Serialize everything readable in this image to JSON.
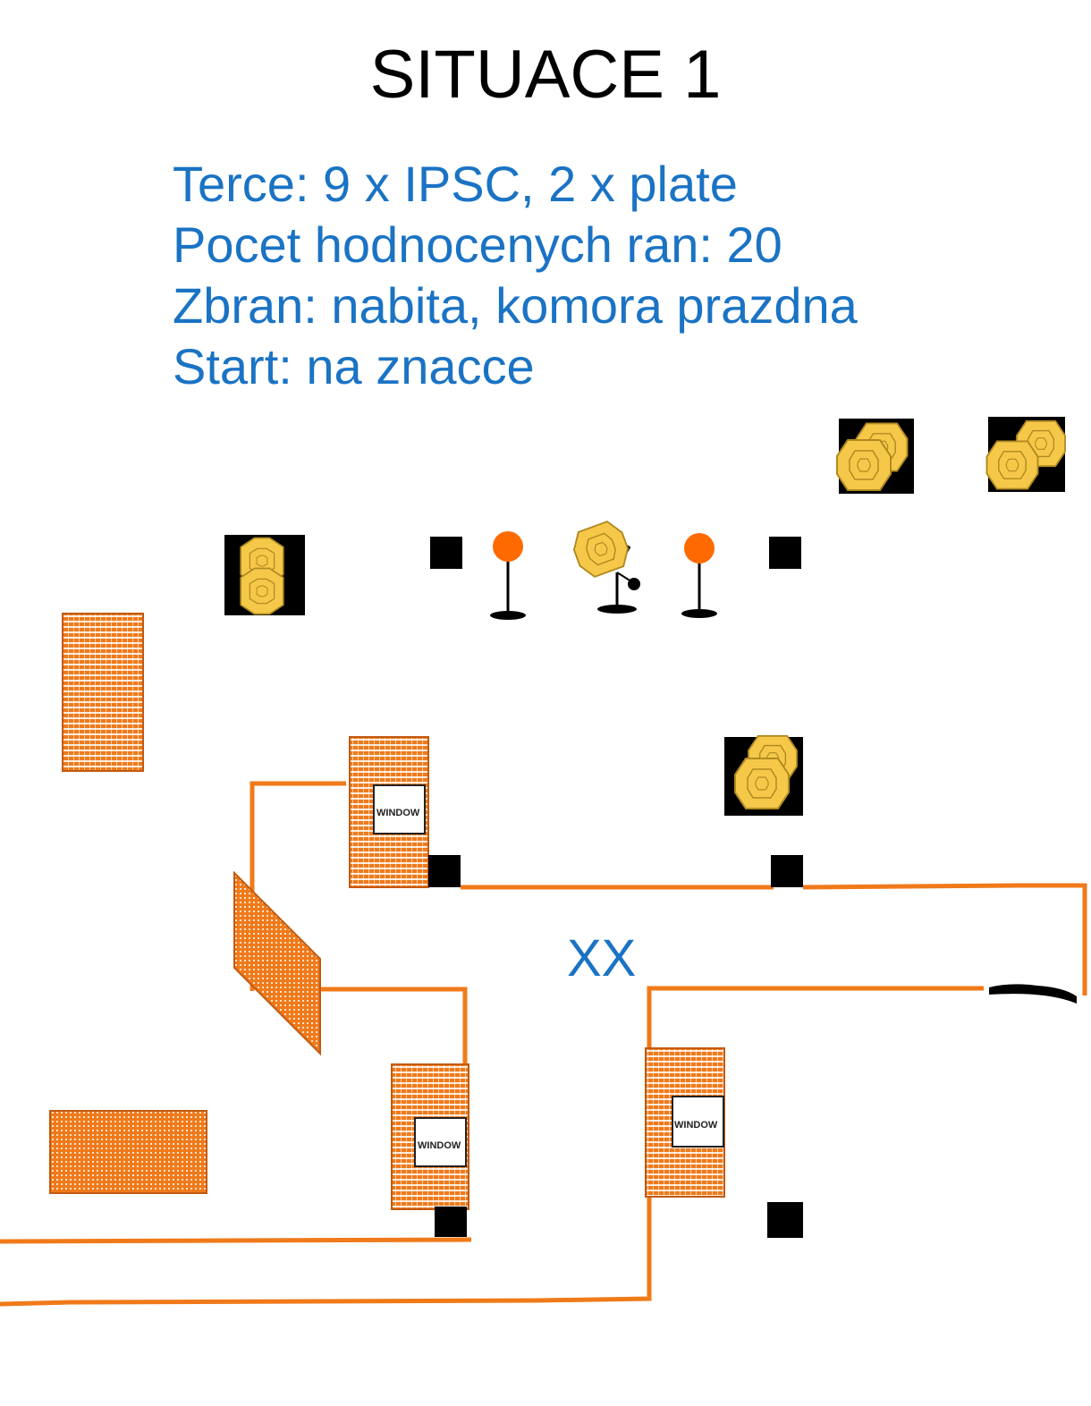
{
  "title": "SITUACE 1",
  "info": {
    "line1": "Terce: 9 x IPSC, 2 x plate",
    "line2": "Pocet hodnocenych ran: 20",
    "line3": "Zbran: nabita, komora prazdna",
    "line4": "Start: na znacce"
  },
  "start_marker": "XX",
  "window_label": "WINDOW",
  "colors": {
    "text_blue": "#1a73c4",
    "wall_orange": "#f07a1a",
    "target_yellow": "#f6c84a",
    "plate_orange": "#ff6a00",
    "barrel_black": "#000000"
  }
}
